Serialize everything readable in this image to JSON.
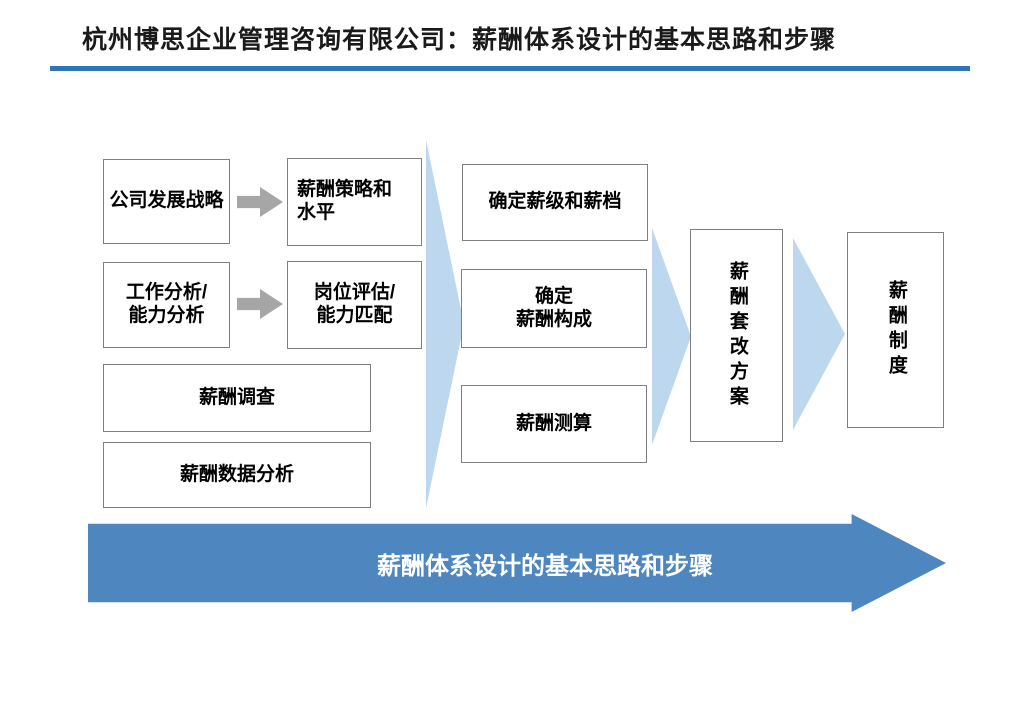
{
  "slide": {
    "title": "杭州博思企业管理咨询有限公司：薪酬体系设计的基本思路和步骤"
  },
  "flow": {
    "company_strategy": "公司发展战略",
    "salary_strategy": {
      "line1": "薪酬策略和",
      "line2": "水平"
    },
    "job_analysis": {
      "line1": "工作分析/",
      "line2": "能力分析"
    },
    "position_evaluation": {
      "line1": "岗位评估/",
      "line2": "能力匹配"
    },
    "salary_survey": "薪酬调查",
    "salary_data_analysis": "薪酬数据分析",
    "determine_grades": "确定薪级和薪档",
    "determine_composition": {
      "line1": "确定",
      "line2": "薪酬构成"
    },
    "salary_calculation": "薪酬测算",
    "reform_plan": "薪酬套改方案",
    "salary_system": "薪酬制度"
  },
  "banner": {
    "label": "薪酬体系设计的基本思路和步骤"
  },
  "colors": {
    "divider_blue": "#2E75B6",
    "banner_blue": "#4E86C0",
    "chevron_light_blue": "#BDD7EE",
    "arrow_gray": "#A6A6A6",
    "box_border_gray": "#808080"
  }
}
